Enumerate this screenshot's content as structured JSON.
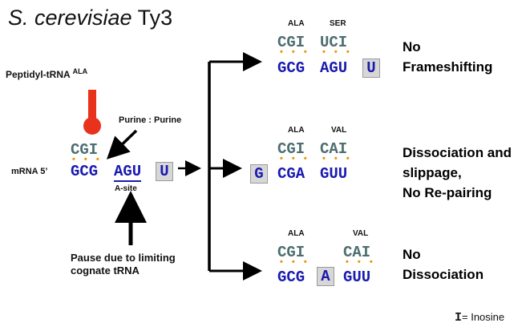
{
  "title": {
    "organism": "S. cerevisiae",
    "element": "Ty3"
  },
  "left": {
    "peptidyl_label": "Peptidyl-tRNA",
    "peptidyl_sup": "ALA",
    "purine_label": "Purine  :  Purine",
    "trna_codon": "CGI",
    "mrna_label": "mRNA 5’",
    "mrna_codon1": "GCG",
    "mrna_codon2": "AGU",
    "mrna_box": "U",
    "asite_label": "A-site",
    "pause_line1": "Pause due to limiting",
    "pause_line2": "cognate tRNA"
  },
  "pairing_dots": "• • •",
  "outcomes": [
    {
      "trna_labels": [
        "ALA",
        "SER"
      ],
      "trna_codons": [
        "CGI",
        "UCI"
      ],
      "mrna": [
        "GCG",
        "AGU"
      ],
      "box": "U",
      "text": [
        "No",
        "Frameshifting"
      ]
    },
    {
      "trna_labels": [
        "ALA",
        "VAL"
      ],
      "trna_codons": [
        "CGI",
        "CAI"
      ],
      "box": "G",
      "mrna": [
        "CGA",
        "GUU"
      ],
      "text": [
        "Dissociation and",
        "slippage,",
        "No Re-pairing"
      ]
    },
    {
      "trna_labels": [
        "ALA",
        "VAL"
      ],
      "trna_codons": [
        "CGI",
        "CAI"
      ],
      "mrna": [
        "GCG",
        "GUU"
      ],
      "box": "A",
      "text": [
        "No",
        "Dissociation"
      ]
    }
  ],
  "legend": {
    "symbol": "I",
    "text": "= Inosine"
  },
  "colors": {
    "trna": "#4d6e70",
    "mrna": "#1a1ab0",
    "peptidyl": "#e8321c",
    "dots": "#e8940a",
    "box": "#d7d7d7"
  }
}
